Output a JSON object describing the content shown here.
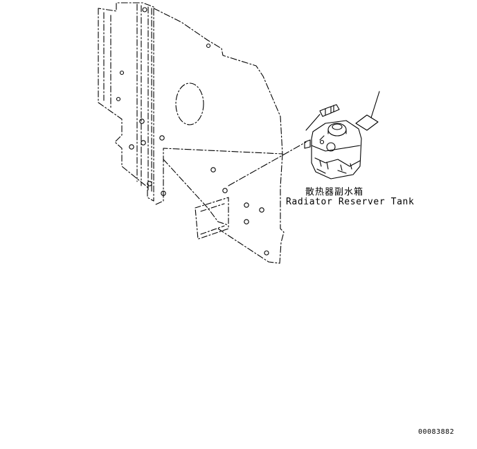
{
  "callout": {
    "label_cn": "散热器副水箱",
    "label_en": "Radiator Reserver Tank"
  },
  "drawing_number": "00083882",
  "colors": {
    "line": "#000000",
    "background": "#ffffff"
  },
  "icons": [
    "bracket-plate",
    "radiator-reserve-tank",
    "bolt",
    "mounting-plate",
    "leader-line"
  ]
}
